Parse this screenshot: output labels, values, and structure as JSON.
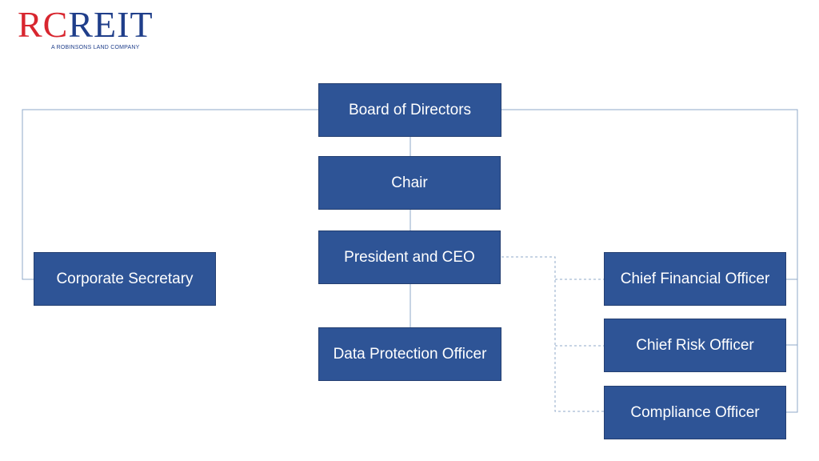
{
  "logo": {
    "rc": "RC",
    "reit": "REIT",
    "tagline": "A ROBINSONS LAND COMPANY"
  },
  "colors": {
    "box_fill": "#2e5496",
    "connector": "#8fa9c8",
    "logo_red": "#d8262f",
    "logo_blue": "#1f3e8a"
  },
  "org_chart": {
    "board": "Board of Directors",
    "chair": "Chair",
    "president": "President and CEO",
    "data_protection": "Data Protection Officer",
    "corporate_secretary": "Corporate Secretary",
    "cfo": "Chief Financial Officer",
    "cro": "Chief Risk Officer",
    "compliance": "Compliance Officer"
  }
}
